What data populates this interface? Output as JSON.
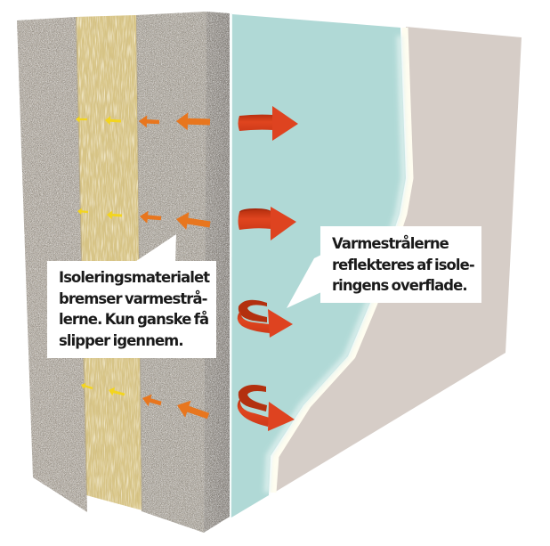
{
  "diagram": {
    "subject": "Wall cross-section with insulation and reflective insulation surface",
    "layers": [
      {
        "name": "outer concrete wall",
        "color": "#b6afa4"
      },
      {
        "name": "insulation material",
        "color": "#d8c586"
      },
      {
        "name": "inner concrete wall",
        "color": "#b3ada3"
      },
      {
        "name": "wall side face",
        "color": "#9b968f"
      },
      {
        "name": "reflective insulation surface",
        "color": "#b0d9d6"
      },
      {
        "name": "inner wall panel",
        "color": "#d6ccc6"
      }
    ],
    "colors": {
      "reflected_arrow": "#d8401f",
      "heat_arrow_strong": "#e8761e",
      "heat_arrow_weak": "#f3d51e",
      "callout_background": "#ffffff",
      "callout_text": "#1a1a1a"
    },
    "arrow_rows": [
      {
        "row": 1,
        "reflected_arrow": "straight",
        "heat_arrows": [
          "strong",
          "medium",
          "weak",
          "faint"
        ]
      },
      {
        "row": 2,
        "reflected_arrow": "slightly-curled",
        "heat_arrows": [
          "strong",
          "medium",
          "weak",
          "faint"
        ]
      },
      {
        "row": 3,
        "reflected_arrow": "curled",
        "heat_arrows": []
      },
      {
        "row": 4,
        "reflected_arrow": "curled",
        "heat_arrows": [
          "strong",
          "medium",
          "weak",
          "faint"
        ]
      }
    ]
  },
  "callouts": {
    "insulation": {
      "lines": [
        "Isoleringsmaterialet",
        "bremser varmestrå-",
        "lerne. Kun ganske få",
        "slipper igennem."
      ]
    },
    "reflection": {
      "lines": [
        "Varmestrålerne",
        "reflekteres af isole-",
        "ringens overflade."
      ]
    }
  }
}
